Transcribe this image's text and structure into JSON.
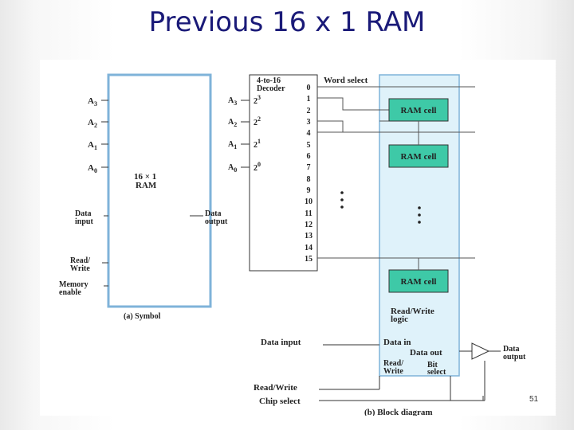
{
  "slide": {
    "title": "Previous 16 x 1 RAM",
    "page_number": "51"
  },
  "symbol": {
    "address_inputs": [
      {
        "letter": "A",
        "sub": "3"
      },
      {
        "letter": "A",
        "sub": "2"
      },
      {
        "letter": "A",
        "sub": "1"
      },
      {
        "letter": "A",
        "sub": "0"
      }
    ],
    "box_label_line1": "16 × 1",
    "box_label_line2": "RAM",
    "data_input_line1": "Data",
    "data_input_line2": "input",
    "read_write_line1": "Read/",
    "read_write_line2": "Write",
    "memory_enable_line1": "Memory",
    "memory_enable_line2": "enable",
    "data_output_line1": "Data",
    "data_output_line2": "output",
    "caption": "(a) Symbol"
  },
  "block": {
    "decoder_title_line1": "4-to-16",
    "decoder_title_line2": "Decoder",
    "word_select": "Word select",
    "decoder_inputs": [
      {
        "letter": "A",
        "sub": "3",
        "pow": "3"
      },
      {
        "letter": "A",
        "sub": "2",
        "pow": "2"
      },
      {
        "letter": "A",
        "sub": "1",
        "pow": "1"
      },
      {
        "letter": "A",
        "sub": "0",
        "pow": "0"
      }
    ],
    "decoder_outputs": [
      "0",
      "1",
      "2",
      "3",
      "4",
      "5",
      "6",
      "7",
      "8",
      "9",
      "10",
      "11",
      "12",
      "13",
      "14",
      "15"
    ],
    "ram_cell": "RAM cell",
    "rw_logic_line1": "Read/Write",
    "rw_logic_line2": "logic",
    "data_in": "Data in",
    "data_out": "Data out",
    "rw_inner_line1": "Read/",
    "rw_inner_line2": "Write",
    "bit_select_line1": "Bit",
    "bit_select_line2": "select",
    "data_input": "Data input",
    "read_write": "Read/Write",
    "chip_select": "Chip select",
    "data_output_line1": "Data",
    "data_output_line2": "output",
    "caption": "(b) Block diagram"
  }
}
